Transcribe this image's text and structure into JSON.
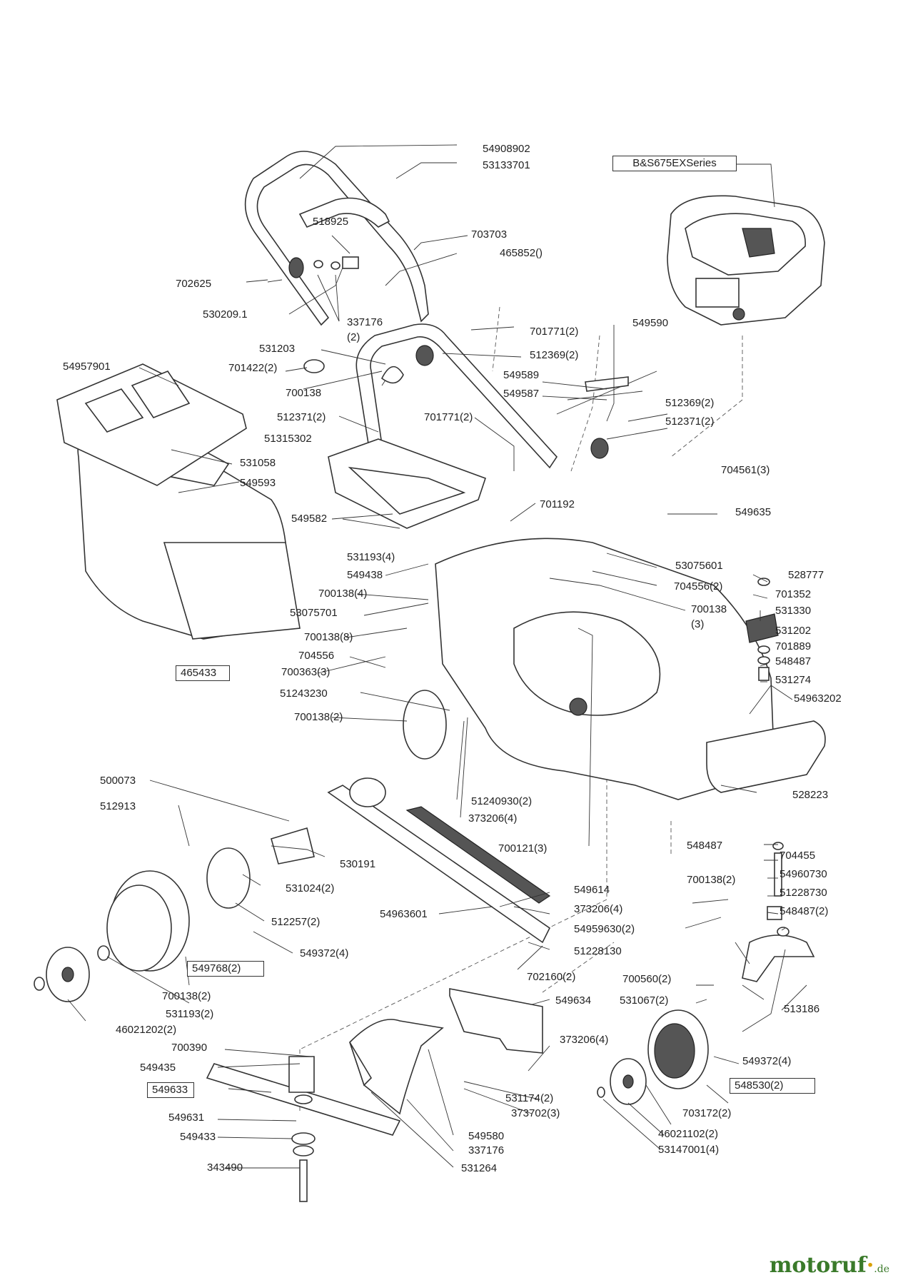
{
  "labels": {
    "p54908902": "54908902",
    "p53133701": "53133701",
    "engine": "B&S675EXSeries",
    "p518925": "518925",
    "p703703": "703703",
    "p465852": "465852()",
    "p702625": "702625",
    "p530209": "530209.1",
    "p337176a": "337176",
    "p337176a_qty": "(2)",
    "p549590": "549590",
    "p701771a": "701771(2)",
    "p531203": "531203",
    "p512369a": "512369(2)",
    "p54957901": "54957901",
    "p701422": "701422(2)",
    "p549589": "549589",
    "p700138a": "700138",
    "p549587": "549587",
    "p512371a": "512371(2)",
    "p512369b": "512369(2)",
    "p701771b": "701771(2)",
    "p512371b": "512371(2)",
    "p51315302": "51315302",
    "p531058": "531058",
    "p704561": "704561(3)",
    "p549593": "549593",
    "p701192": "701192",
    "p549635": "549635",
    "p549582": "549582",
    "p531193a": "531193(4)",
    "p53075601": "53075601",
    "p549438": "549438",
    "p528777": "528777",
    "p704556a": "704556(2)",
    "p700138b": "700138(4)",
    "p701352": "701352",
    "p700138c": "700138",
    "p700138c_qty": "(3)",
    "p53075701": "53075701",
    "p531330": "531330",
    "p700138d": "700138(8)",
    "p531202": "531202",
    "p704556b": "704556",
    "p701889": "701889",
    "p465433": "465433",
    "p700363": "700363(3)",
    "p548487a": "548487",
    "p531274": "531274",
    "p51243230": "51243230",
    "p54963202": "54963202",
    "p700138e": "700138(2)",
    "p500073": "500073",
    "p51240930": "51240930(2)",
    "p373206a": "373206(4)",
    "p528223": "528223",
    "p512913": "512913",
    "p700121": "700121(3)",
    "p548487b": "548487",
    "p704455": "704455",
    "p530191": "530191",
    "p54960730": "54960730",
    "p531024": "531024(2)",
    "p700138f": "700138(2)",
    "p549614": "549614",
    "p51228730": "51228730",
    "p54963601": "54963601",
    "p373206b": "373206(4)",
    "p548487c": "548487(2)",
    "p512257": "512257(2)",
    "p54959630": "54959630(2)",
    "p51228130": "51228130",
    "p549372a": "549372(4)",
    "p549768": "549768(2)",
    "p702160": "702160(2)",
    "p700138g": "700138(2)",
    "p700560": "700560(2)",
    "p531193b": "531193(2)",
    "p549634": "549634",
    "p531067": "531067(2)",
    "p513186": "513186",
    "p46021202": "46021202(2)",
    "p373206c": "373206(4)",
    "p700390": "700390",
    "p549435": "549435",
    "p549372b": "549372(4)",
    "p549633": "549633",
    "p531174": "531174(2)",
    "p548530": "548530(2)",
    "p373702": "373702(3)",
    "p703172": "703172(2)",
    "p549631": "549631",
    "p549580": "549580",
    "p46021102": "46021102(2)",
    "p549433": "549433",
    "p337176b": "337176",
    "p53147001": "53147001(4)",
    "p343490": "343490",
    "p531264": "531264"
  },
  "watermark": {
    "name": "motoruf",
    "dot": "·",
    "tld": ".de"
  }
}
